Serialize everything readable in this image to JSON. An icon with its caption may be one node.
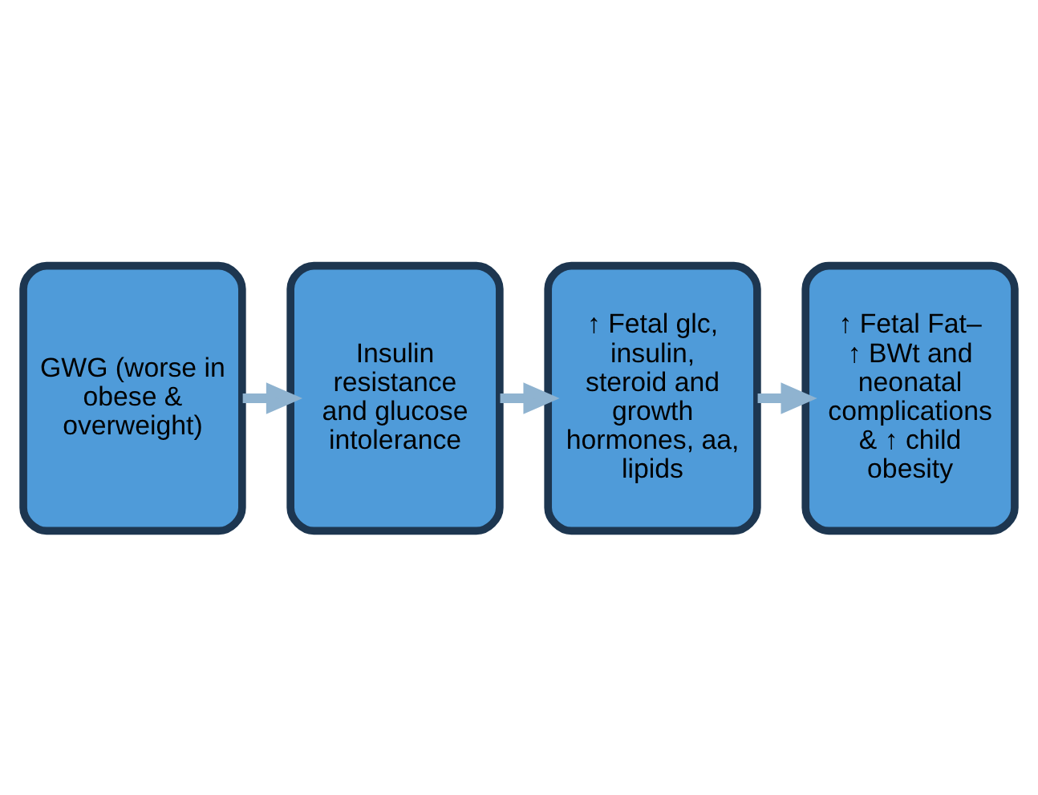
{
  "diagram": {
    "nodes": [
      {
        "text": [
          "GWG (worse in obese & overweight)"
        ]
      },
      {
        "text": [
          "Insulin resistance and glucose intolerance"
        ]
      },
      {
        "text": [
          "↑ Fetal glc, insulin, steroid and growth hormones, aa, lipids"
        ]
      },
      {
        "text": [
          "↑ Fetal Fat– ↑ BWt and neonatal complications & ↑ child obesity"
        ]
      }
    ],
    "edges": [
      {
        "from": 0,
        "to": 1,
        "arrow": "to"
      },
      {
        "from": 1,
        "to": 2,
        "arrow": "to"
      },
      {
        "from": 2,
        "to": 3,
        "arrow": "to"
      }
    ]
  }
}
